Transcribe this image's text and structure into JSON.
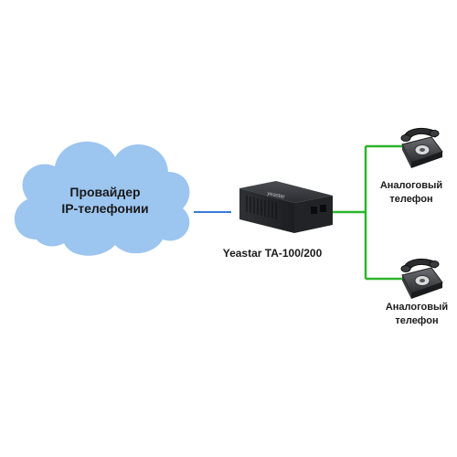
{
  "cloud": {
    "line1": "Провайдер",
    "line2": "IP-телефонии",
    "color": "#9cc5f0"
  },
  "device": {
    "label": "Yeastar TA-100/200",
    "brand_mark": "yeastar"
  },
  "phones": [
    {
      "line1": "Аналоговый",
      "line2": "телефон"
    },
    {
      "line1": "Аналоговый",
      "line2": "телефон"
    }
  ],
  "links": {
    "ip_link_color": "#3a7bd5",
    "analog_link_color": "#2bb52b"
  }
}
